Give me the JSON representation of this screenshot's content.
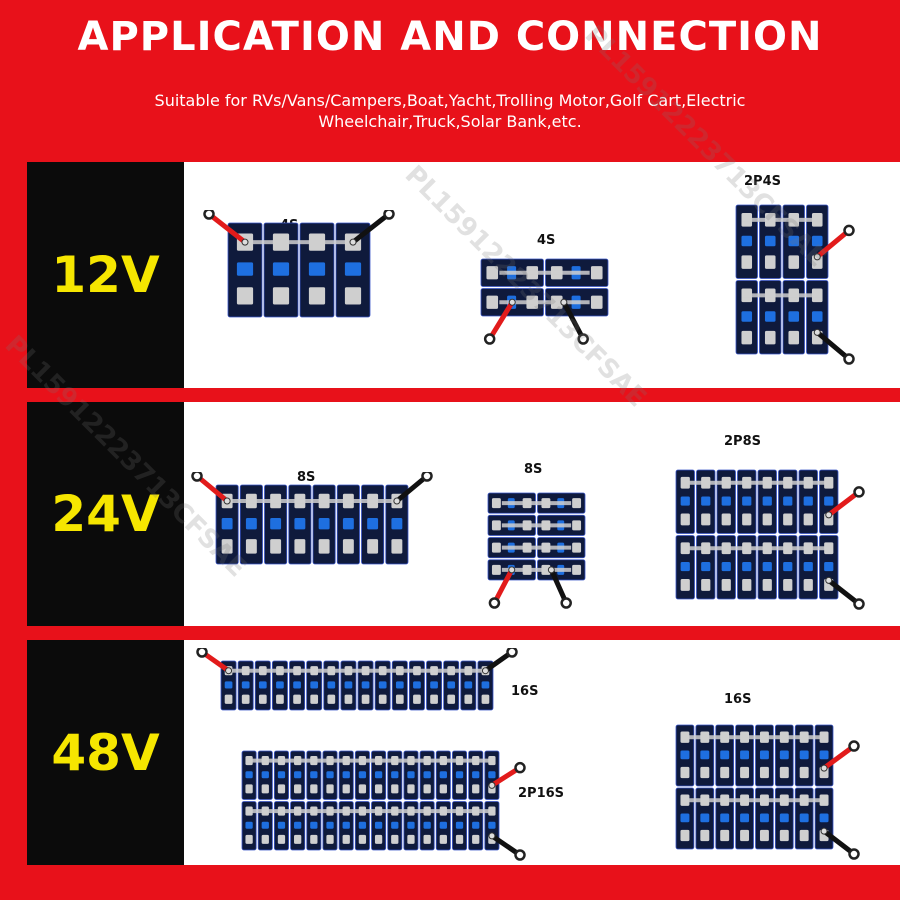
{
  "header": {
    "title": "APPLICATION AND CONNECTION",
    "subtitle": "Suitable for RVs/Vans/Campers,Boat,Yacht,Trolling Motor,Golf Cart,Electric Wheelchair,Truck,Solar Bank,etc."
  },
  "rows": [
    {
      "voltage": "12V",
      "configs": [
        "4S",
        "4S",
        "2P4S"
      ]
    },
    {
      "voltage": "24V",
      "configs": [
        "8S",
        "8S",
        "2P8S"
      ]
    },
    {
      "voltage": "48V",
      "configs": [
        "16S",
        "2P16S",
        "16S"
      ]
    }
  ],
  "watermark": "PL15912223713CFSAE",
  "colors": {
    "background": "#e8111a",
    "label_bg": "#0b0b0b",
    "label_text": "#f6e600",
    "cell": "#0f1a3c",
    "terminal": "#1e6fe0",
    "busbar": "#cfcfcf",
    "positive_cable": "#e21b1b",
    "negative_cable": "#111111"
  }
}
